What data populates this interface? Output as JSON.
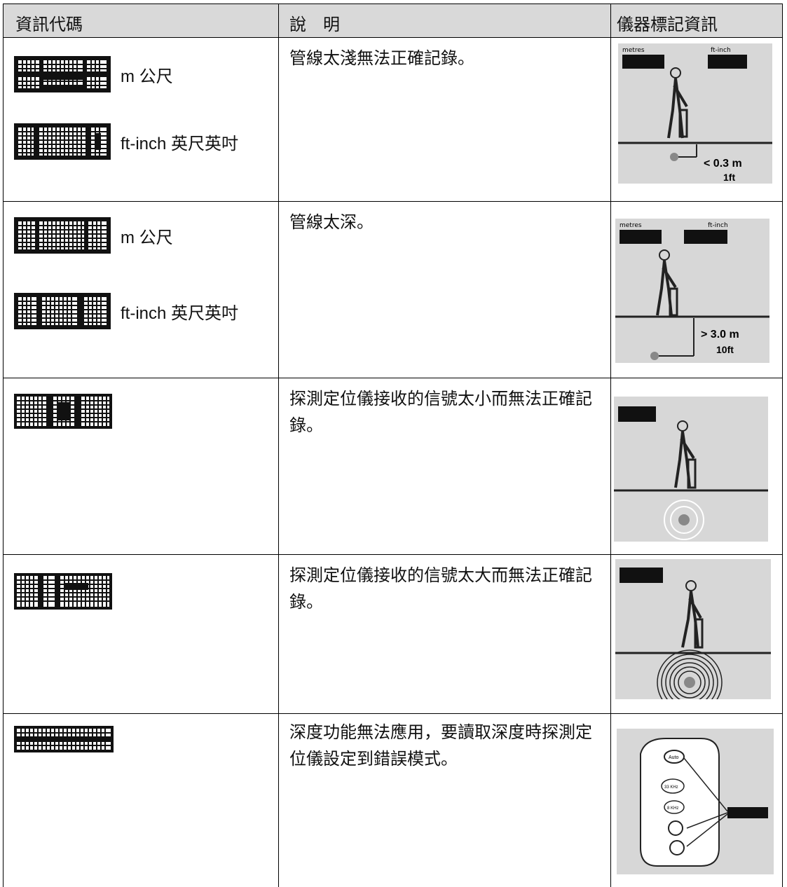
{
  "header": {
    "col1": "資訊代碼",
    "col2": "說　明",
    "col3": "儀器標記資訊"
  },
  "rows": [
    {
      "codes": [
        {
          "unit": "m  公尺"
        },
        {
          "unit": "ft-inch 英尺英吋"
        }
      ],
      "description": "管線太淺無法正確記錄。",
      "illustration": {
        "label_a": "metres",
        "label_b": "ft-inch",
        "value_a": "< 0.3 m",
        "value_b": "1ft"
      }
    },
    {
      "codes": [
        {
          "unit": "m  公尺"
        },
        {
          "unit": "ft-inch 英尺英吋"
        }
      ],
      "description": "管線太深。",
      "illustration": {
        "label_a": "metres",
        "label_b": "ft-inch",
        "value_a": "> 3.0 m",
        "value_b": "10ft"
      }
    },
    {
      "codes": [],
      "description": "探測定位儀接收的信號太小而無法正確記錄。",
      "illustration": {}
    },
    {
      "codes": [],
      "description": "探測定位儀接收的信號太大而無法正確記錄。",
      "illustration": {}
    },
    {
      "codes": [],
      "description": "深度功能無法應用，要讀取深度時探測定位儀設定到錯誤模式。",
      "illustration": {
        "icon_auto": "Auto",
        "icon_33": "33 KHz",
        "icon_8": "8 KHz"
      }
    }
  ]
}
